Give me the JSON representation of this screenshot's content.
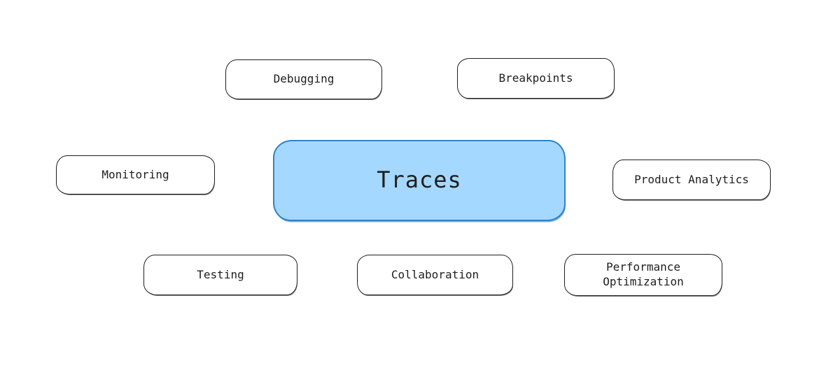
{
  "canvas": {
    "background": "#ffffff"
  },
  "diagram": {
    "type": "mind-map",
    "center_node": {
      "id": "traces",
      "label": "Traces",
      "fill": "#a5d8ff",
      "stroke": "#2f83c9"
    },
    "satellite_nodes": [
      {
        "id": "debugging",
        "label": "Debugging"
      },
      {
        "id": "breakpoints",
        "label": "Breakpoints"
      },
      {
        "id": "monitoring",
        "label": "Monitoring"
      },
      {
        "id": "product-analytics",
        "label": "Product Analytics"
      },
      {
        "id": "testing",
        "label": "Testing"
      },
      {
        "id": "collaboration",
        "label": "Collaboration"
      },
      {
        "id": "performance-optimization",
        "label": "Performance Optimization"
      }
    ],
    "node_style": {
      "fill": "#ffffff",
      "stroke": "#1e1e1e",
      "text_color": "#1e1e1e"
    }
  }
}
